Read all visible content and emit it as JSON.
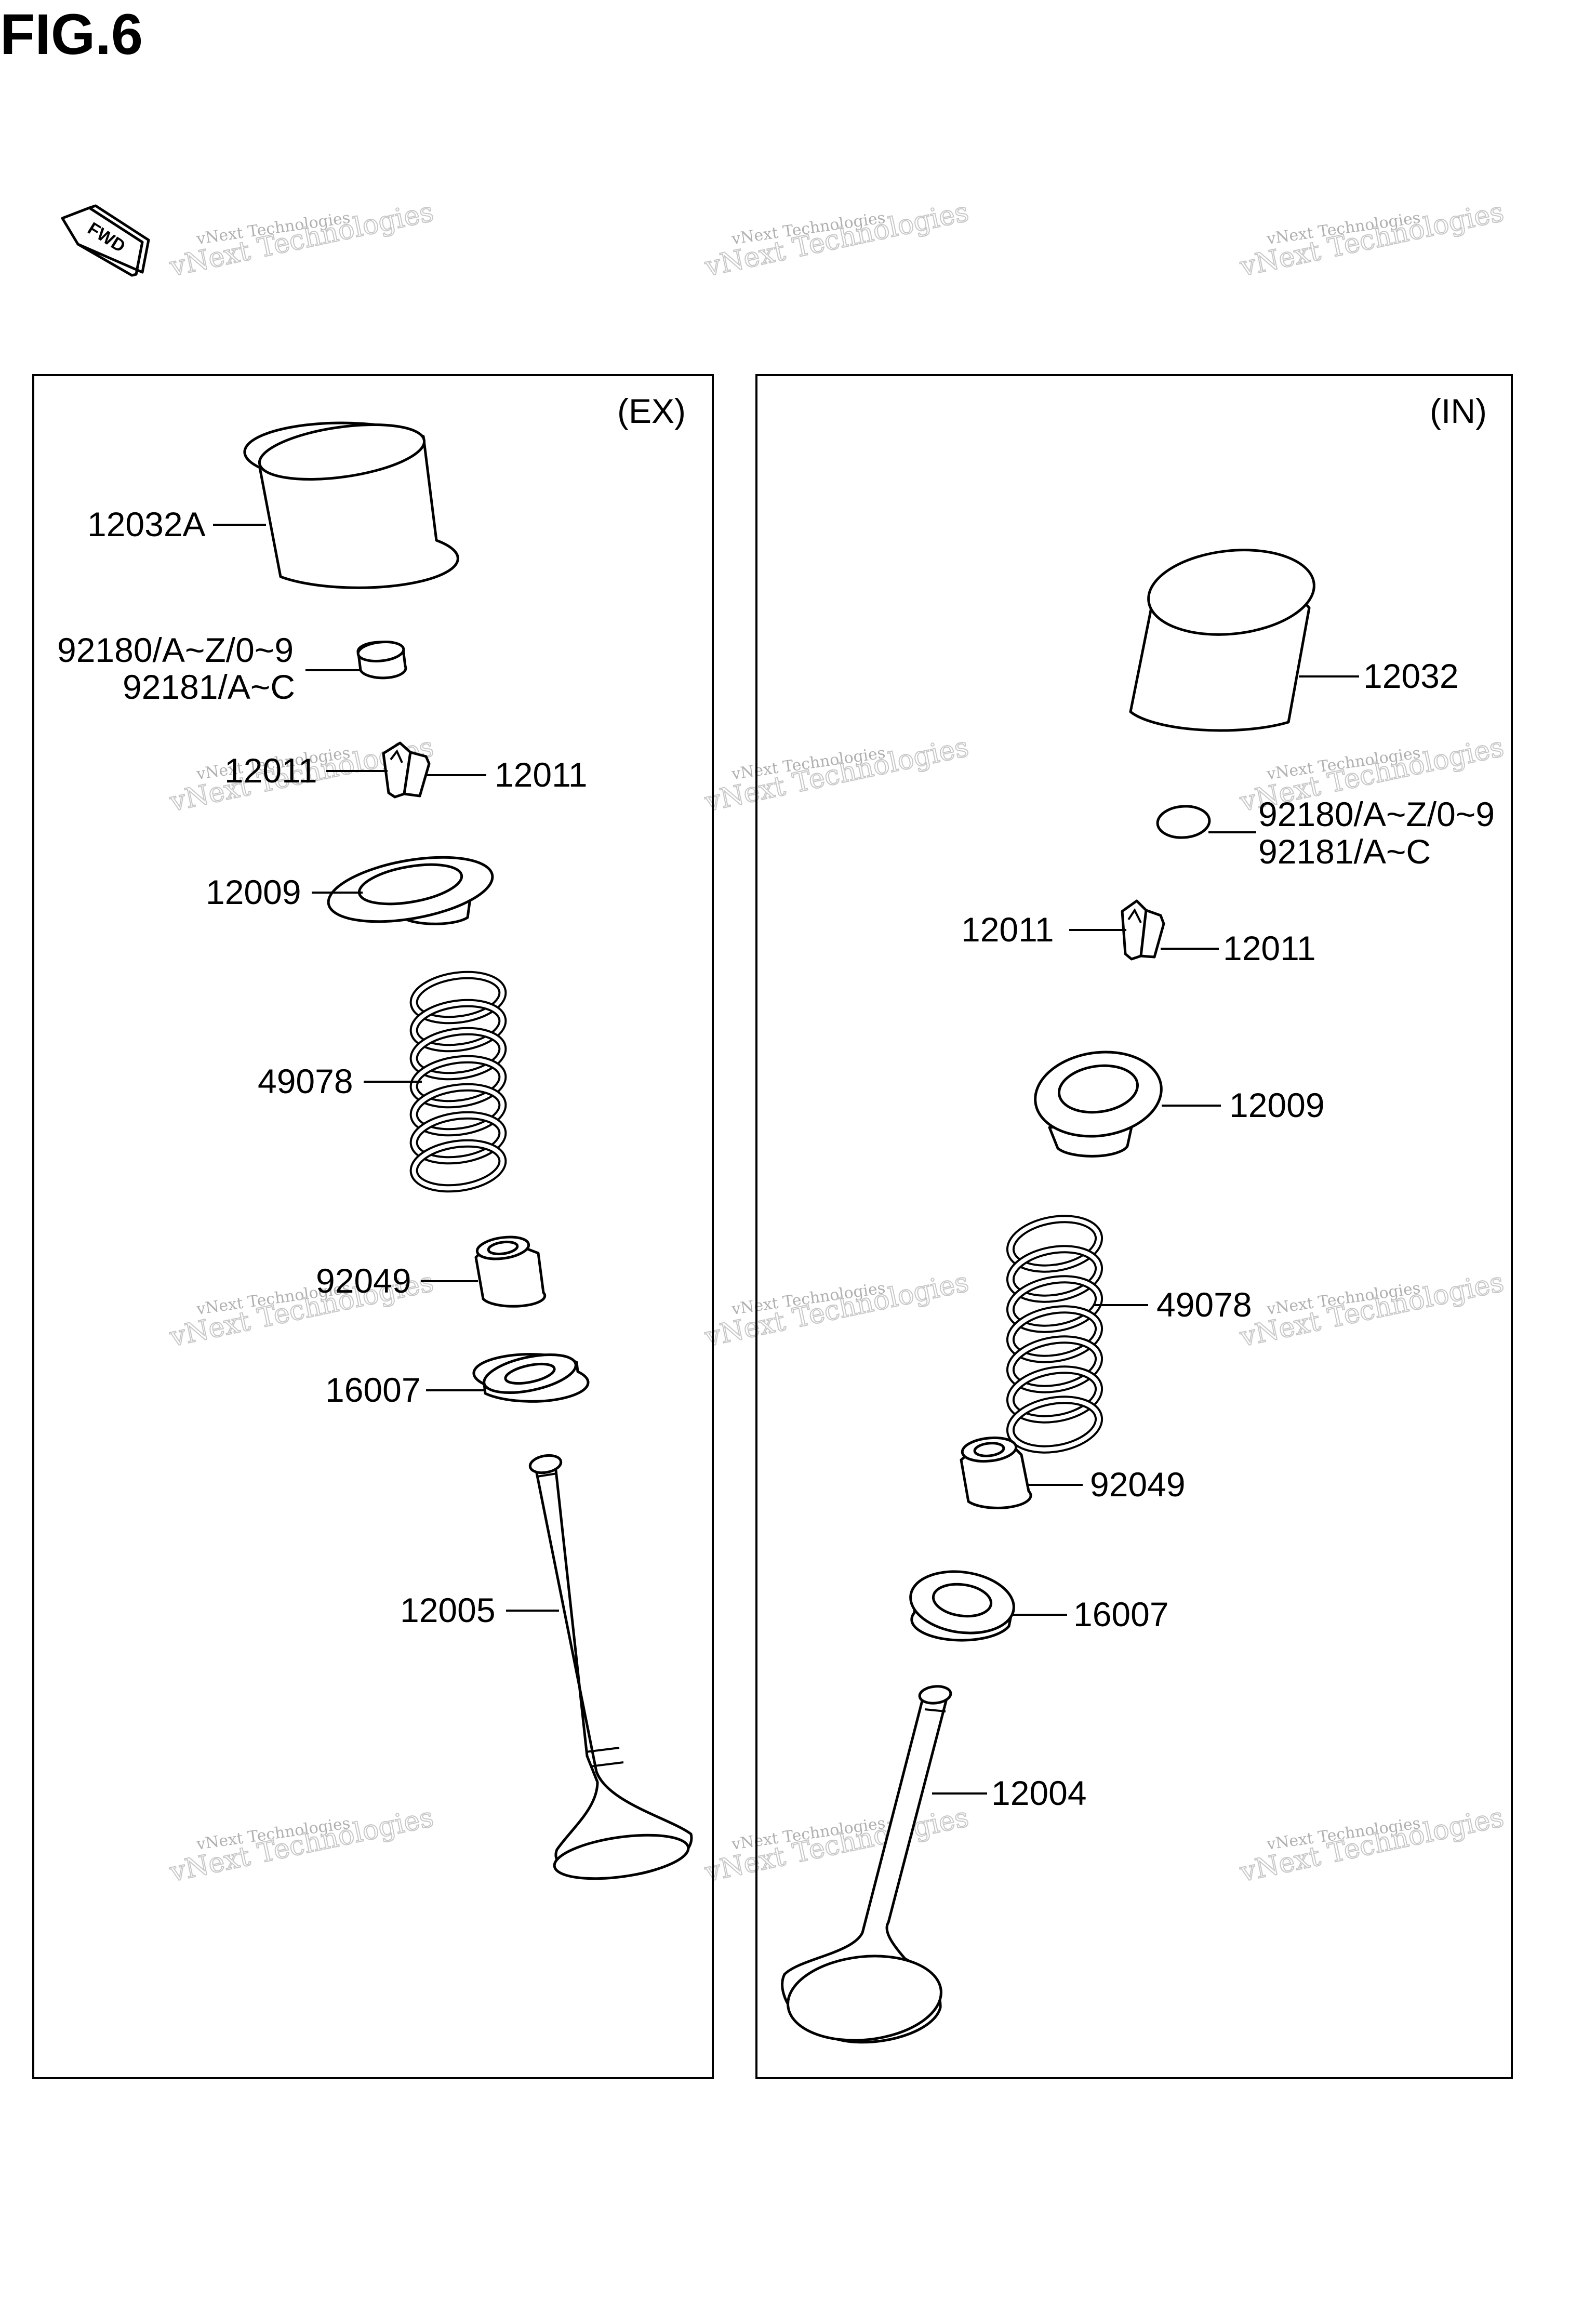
{
  "figure": {
    "title": "FIG.6"
  },
  "direction_marker": {
    "text": "FWD"
  },
  "watermark": {
    "line1": "vNext Technologies",
    "line2": "vNext Technologies"
  },
  "panels": {
    "ex": {
      "tag": "(EX)",
      "labels": {
        "tappet": "12032A",
        "shim_1": "92180/A~Z/0~9",
        "shim_2": "92181/A~C",
        "cotter_left": "12011",
        "cotter_right": "12011",
        "retainer": "12009",
        "spring": "49078",
        "stem_seal": "92049",
        "spring_seat": "16007",
        "valve": "12005"
      }
    },
    "in": {
      "tag": "(IN)",
      "labels": {
        "tappet": "12032",
        "shim_1": "92180/A~Z/0~9",
        "shim_2": "92181/A~C",
        "cotter_left": "12011",
        "cotter_right": "12011",
        "retainer": "12009",
        "spring": "49078",
        "stem_seal": "92049",
        "spring_seat": "16007",
        "valve": "12004"
      }
    }
  }
}
